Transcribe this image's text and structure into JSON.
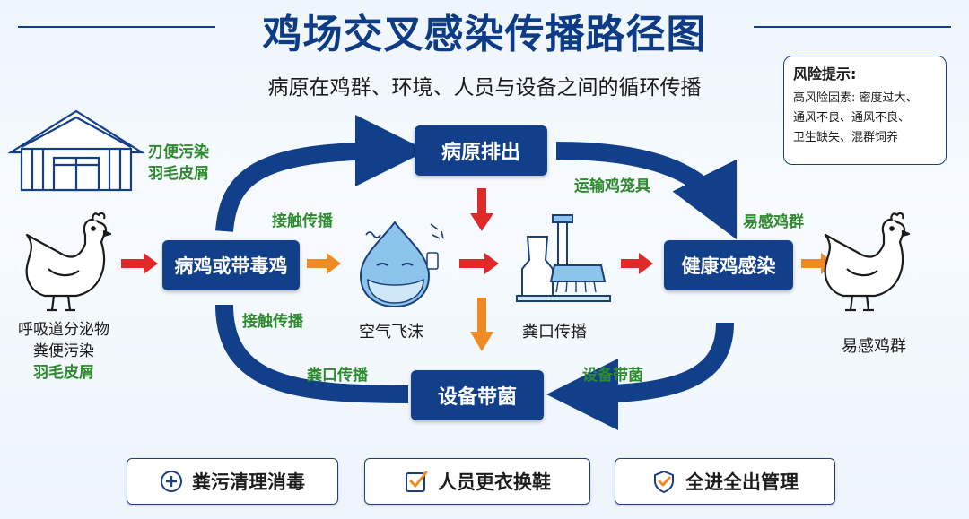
{
  "header": {
    "title": "鸡场交叉感染传播路径图",
    "subtitle": "病原在鸡群、环境、人员与设备之间的循环传播"
  },
  "risk_box": {
    "title": "风险提示:",
    "lines": [
      "高风险因素: 密度过大、",
      "通风不良、通风不良、",
      "卫生缺失、混群饲养"
    ]
  },
  "nodes": {
    "pathogen_shedding": "病原排出",
    "sick_chicken": "病鸡或带毒鸡",
    "healthy_infected": "健康鸡感染",
    "equipment": "设备带菌"
  },
  "edge_labels": {
    "house_contamination": [
      "刃便污染",
      "羽毛皮屑"
    ],
    "contact_top": "接触传播",
    "contact_bottom": "接触传播",
    "transport_cages": "运输鸡笼具",
    "susceptible_top": "易感鸡群",
    "fecal_oral_bottom": "粪口传播",
    "equipment_carrier": "设备带菌"
  },
  "item_labels": {
    "air_droplets": "空气飞沫",
    "fecal_oral": "粪口传播",
    "susceptible_flock": "易感鸡群",
    "left_chicken": [
      "呼吸道分泌物",
      "粪便污染",
      "羽毛皮屑"
    ]
  },
  "actions": [
    {
      "label": "粪污清理消毒",
      "icon": "plus-circle-icon"
    },
    {
      "label": "人员更衣换鞋",
      "icon": "checkbox-icon"
    },
    {
      "label": "全进全出管理",
      "icon": "shield-check-icon"
    }
  ],
  "colors": {
    "navy": "#123f8a",
    "green_text": "#2d8a2d",
    "red_arrow": "#e02a2a",
    "orange_arrow": "#f08a24"
  }
}
